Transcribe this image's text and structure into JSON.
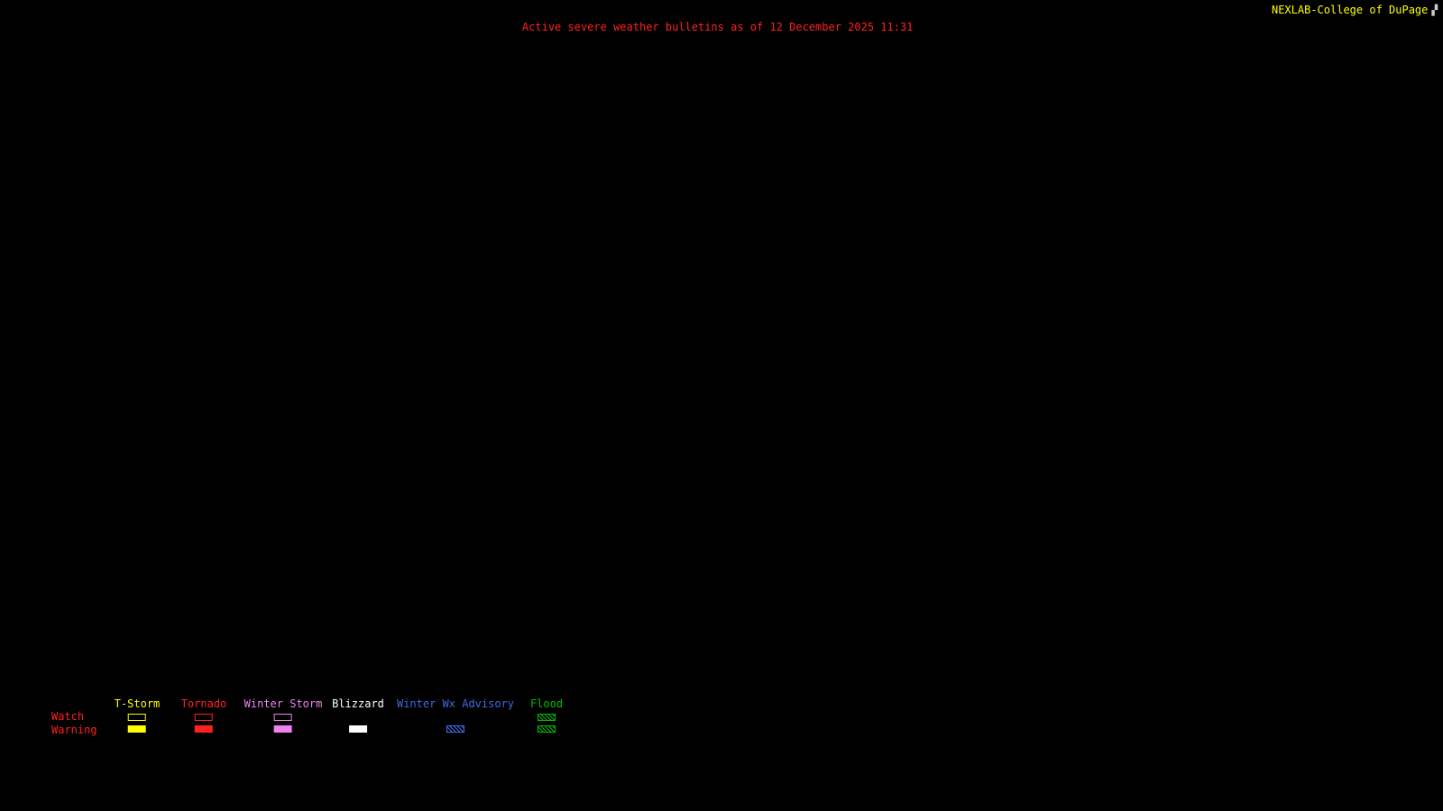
{
  "header": {
    "title": "Active severe weather bulletins as of 12 December 2025 11:31",
    "title_color": "#ff2020",
    "brand": "NEXLAB-College of DuPage",
    "brand_color": "#ffff00",
    "logo_icon": "▞"
  },
  "legend": {
    "watch_label": "Watch",
    "warning_label": "Warning",
    "row_label_color": "#ff2020",
    "columns": [
      {
        "id": "t-storm",
        "label": "T-Storm",
        "color": "#ffff00",
        "watch": "outline",
        "warning": "filled"
      },
      {
        "id": "tornado",
        "label": "Tornado",
        "color": "#ff2020",
        "watch": "outline",
        "warning": "filled"
      },
      {
        "id": "winter-storm",
        "label": "Winter Storm",
        "color": "#ee82ee",
        "watch": "outline",
        "warning": "filled"
      },
      {
        "id": "blizzard",
        "label": "Blizzard",
        "color": "#ffffff",
        "watch": "none",
        "warning": "filled"
      },
      {
        "id": "winter-wx-advisory",
        "label": "Winter Wx Advisory",
        "color": "#4169e1",
        "watch": "none",
        "warning": "hatched"
      },
      {
        "id": "flood",
        "label": "Flood",
        "color": "#00bb00",
        "watch": "hatched",
        "warning": "hatched"
      }
    ]
  }
}
